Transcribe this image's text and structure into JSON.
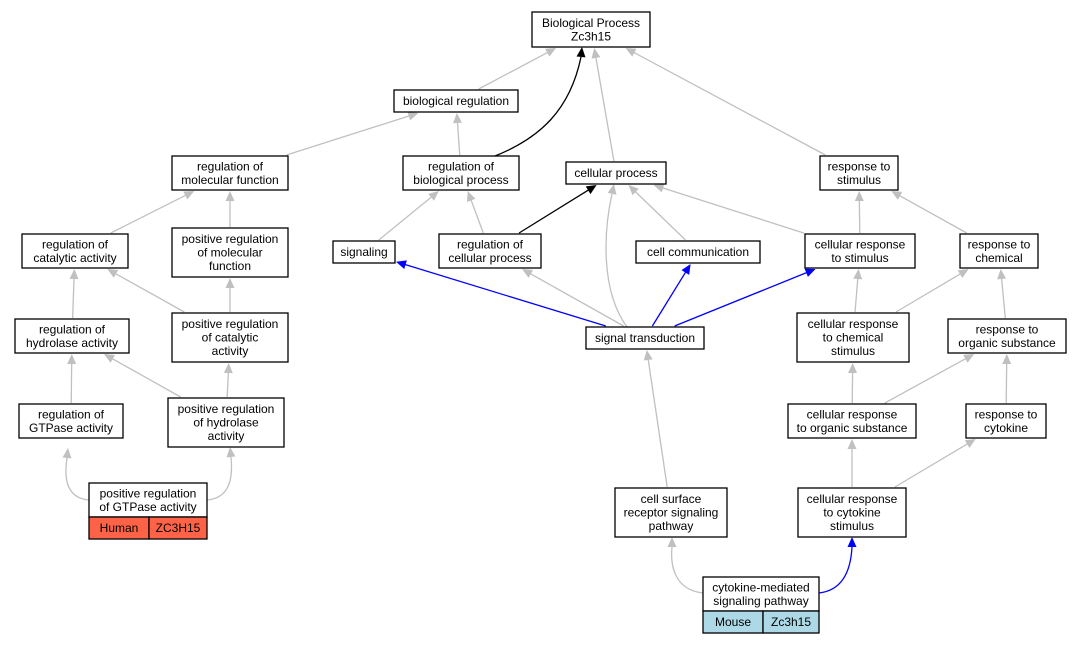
{
  "colors": {
    "inherited_edge": "#c0c0c0",
    "is_a_edge": "#000000",
    "part_of_edge": "#0000ff",
    "human_badge": "#ff6347",
    "mouse_badge": "#add8e6"
  },
  "nodes": {
    "bp": {
      "lines": [
        "Biological Process",
        "Zc3h15"
      ]
    },
    "biological_regulation": {
      "lines": [
        "biological regulation"
      ]
    },
    "reg_molecular_function": {
      "lines": [
        "regulation of",
        "molecular function"
      ]
    },
    "reg_biological_process": {
      "lines": [
        "regulation of",
        "biological process"
      ]
    },
    "cellular_process": {
      "lines": [
        "cellular process"
      ]
    },
    "response_to_stimulus": {
      "lines": [
        "response to",
        "stimulus"
      ]
    },
    "reg_catalytic_activity": {
      "lines": [
        "regulation of",
        "catalytic activity"
      ]
    },
    "pos_reg_molecular_function": {
      "lines": [
        "positive regulation",
        "of molecular",
        "function"
      ]
    },
    "signaling": {
      "lines": [
        "signaling"
      ]
    },
    "reg_cellular_process": {
      "lines": [
        "regulation of",
        "cellular process"
      ]
    },
    "cell_communication": {
      "lines": [
        "cell communication"
      ]
    },
    "cellular_response_to_stimulus": {
      "lines": [
        "cellular response",
        "to stimulus"
      ]
    },
    "response_to_chemical": {
      "lines": [
        "response to",
        "chemical"
      ]
    },
    "reg_hydrolase_activity": {
      "lines": [
        "regulation of",
        "hydrolase activity"
      ]
    },
    "pos_reg_catalytic_activity": {
      "lines": [
        "positive regulation",
        "of catalytic",
        "activity"
      ]
    },
    "signal_transduction": {
      "lines": [
        "signal transduction"
      ]
    },
    "cellular_response_to_chemical": {
      "lines": [
        "cellular response",
        "to chemical",
        "stimulus"
      ]
    },
    "response_to_organic_substance": {
      "lines": [
        "response to",
        "organic substance"
      ]
    },
    "reg_gtpase_activity": {
      "lines": [
        "regulation of",
        "GTPase activity"
      ]
    },
    "pos_reg_hydrolase_activity": {
      "lines": [
        "positive regulation",
        "of hydrolase",
        "activity"
      ]
    },
    "cellular_response_to_organic": {
      "lines": [
        "cellular response",
        "to organic substance"
      ]
    },
    "response_to_cytokine": {
      "lines": [
        "response to",
        "cytokine"
      ]
    },
    "pos_reg_gtpase_activity": {
      "lines": [
        "positive regulation",
        "of GTPase activity"
      ]
    },
    "cell_surface_receptor": {
      "lines": [
        "cell surface",
        "receptor signaling",
        "pathway"
      ]
    },
    "cellular_response_to_cytokine": {
      "lines": [
        "cellular response",
        "to cytokine",
        "stimulus"
      ]
    },
    "cytokine_mediated": {
      "lines": [
        "cytokine-mediated",
        "signaling pathway"
      ]
    }
  },
  "badges": {
    "human": {
      "species": "Human",
      "gene": "ZC3H15"
    },
    "mouse": {
      "species": "Mouse",
      "gene": "Zc3h15"
    }
  }
}
